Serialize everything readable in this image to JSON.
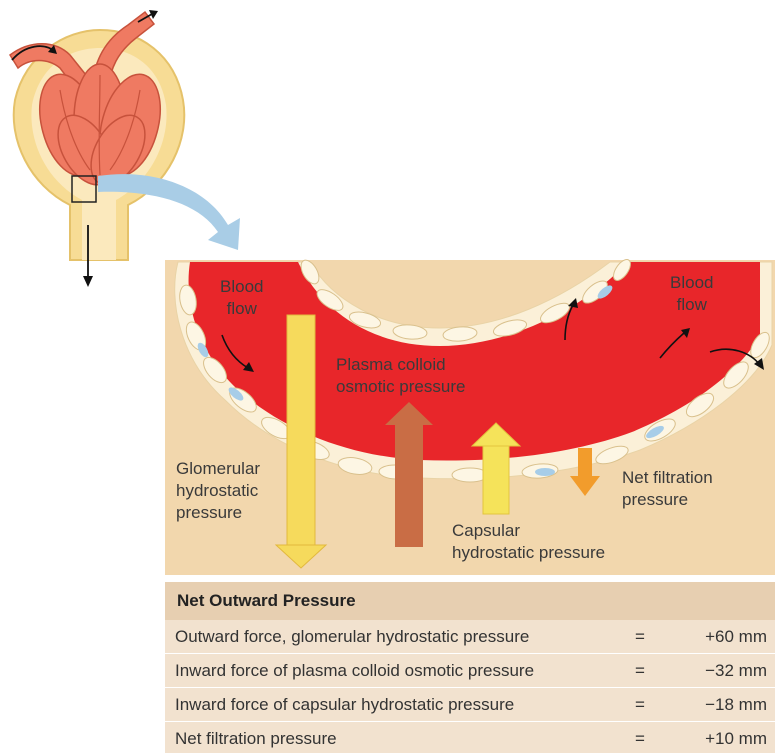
{
  "labels": {
    "blood_flow_left": "Blood\nflow",
    "blood_flow_right": "Blood\nflow",
    "plasma_colloid": "Plasma colloid\nosmotic pressure",
    "glomerular": "Glomerular\nhydrostatic\npressure",
    "capsular": "Capsular\nhydrostatic pressure",
    "net_filtration": "Net filtration\npressure"
  },
  "table": {
    "title": "Net Outward Pressure",
    "rows": [
      {
        "label": "Outward force, glomerular hydrostatic pressure",
        "eq": "=",
        "value": "+60 mm"
      },
      {
        "label": "Inward force of plasma colloid osmotic pressure",
        "eq": "=",
        "value": "−32 mm"
      },
      {
        "label": "Inward force of capsular hydrostatic pressure",
        "eq": "=",
        "value": "−18 mm"
      },
      {
        "label": "Net filtration pressure",
        "eq": "=",
        "value": "+10 mm"
      }
    ]
  },
  "colors": {
    "capsule": "#f7dc95",
    "capillary": "#ef7a62",
    "blood": "#e8262a",
    "tissue": "#f2d7ad",
    "glomerular_arrow": "#f6da5c",
    "colloid_arrow": "#c96d45",
    "capsular_arrow": "#f5e35a",
    "net_arrow": "#f29c2c",
    "zoom_arrow": "#a9cde6"
  }
}
